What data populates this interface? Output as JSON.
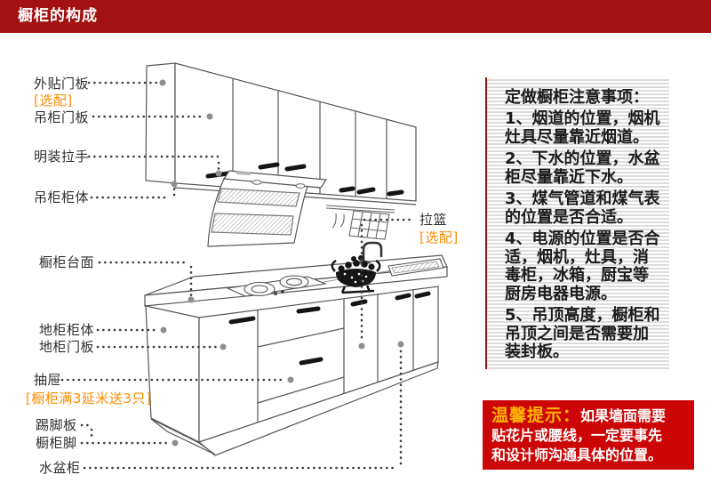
{
  "header": {
    "title": "橱柜的构成"
  },
  "colors": {
    "header_red": "#a31111",
    "tip_red": "#cc0606",
    "notice_border_red": "#9b1111",
    "orange": "#ff8c00",
    "gold": "#ffb400",
    "line_gray": "#555555"
  },
  "labels": {
    "outer_door": "外贴门板",
    "outer_door_note": "[选配]",
    "wall_door": "吊柜门板",
    "handle": "明装拉手",
    "wall_cabinet": "吊柜柜体",
    "countertop": "橱柜台面",
    "base_cabinet": "地柜柜体",
    "base_door": "地柜门板",
    "drawer": "抽屉",
    "drawer_note": "[橱柜满3延米送3只]",
    "toe_kick": "踢脚板",
    "cabinet_foot": "橱柜脚",
    "sink_cabinet": "水盆柜",
    "basket": "拉篮",
    "basket_note": "[选配]"
  },
  "notice": {
    "title": "定做橱柜注意事项：",
    "items": [
      "1、烟道的位置，烟机灶具尽量靠近烟道。",
      "2、下水的位置，水盆柜尽量靠近下水。",
      "3、煤气管道和煤气表的位置是否合适。",
      "4、电源的位置是否合适，烟机，灶具，消毒柜，冰箱，厨宝等厨房电器电源。",
      "5、吊顶高度，橱柜和吊顶之间是否需要加装封板。"
    ]
  },
  "tip": {
    "label": "温馨提示：",
    "line1": "如果墙面需要",
    "line2": "贴花片或腰线，一定要事先",
    "line3": "和设计师沟通具体的位置。"
  }
}
